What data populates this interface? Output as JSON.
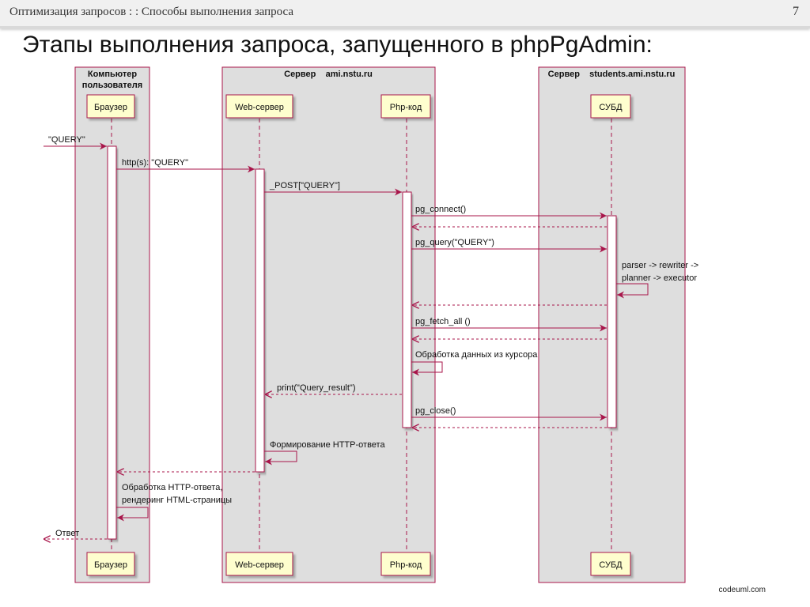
{
  "header": {
    "breadcrumb": "Оптимизация запросов  : :  Способы выполнения запроса",
    "page_number": "7"
  },
  "slide_title": "Этапы выполнения запроса, запущенного в phpPgAdmin:",
  "boxes": {
    "user_pc": [
      "Компьютер",
      "пользователя"
    ],
    "server_ami": "Сервер    ami.nstu.ru",
    "server_students": "Сервер    students.ami.nstu.ru"
  },
  "participants": {
    "browser": "Браузер",
    "web": "Web-сервер",
    "php": "Php-код",
    "dbms": "СУБД"
  },
  "messages": {
    "m1": "\"QUERY\"",
    "m2": "http(s): \"QUERY\"",
    "m3": "_POST[\"QUERY\"]",
    "m4": "pg_connect()",
    "m5": "pg_query(\"QUERY\")",
    "m6a": "parser -> rewriter ->",
    "m6b": "planner -> executor",
    "m7": "pg_fetch_all ()",
    "m8": "Обработка данных из курсора",
    "m9": "print(\"Query_result\")",
    "m10": "pg_close()",
    "m11": "Формирование HTTP-ответа",
    "m12a": "Обработка HTTP-ответа,",
    "m12b": "рендеринг HTML-страницы",
    "m13": "Ответ"
  },
  "footer": {
    "credit": "codeuml.com"
  },
  "colors": {
    "arrow": "#a8154a",
    "box_fill": "#dedede",
    "box_border": "#a8154a",
    "participant_fill": "#fefece",
    "activation": "#ffffff"
  }
}
